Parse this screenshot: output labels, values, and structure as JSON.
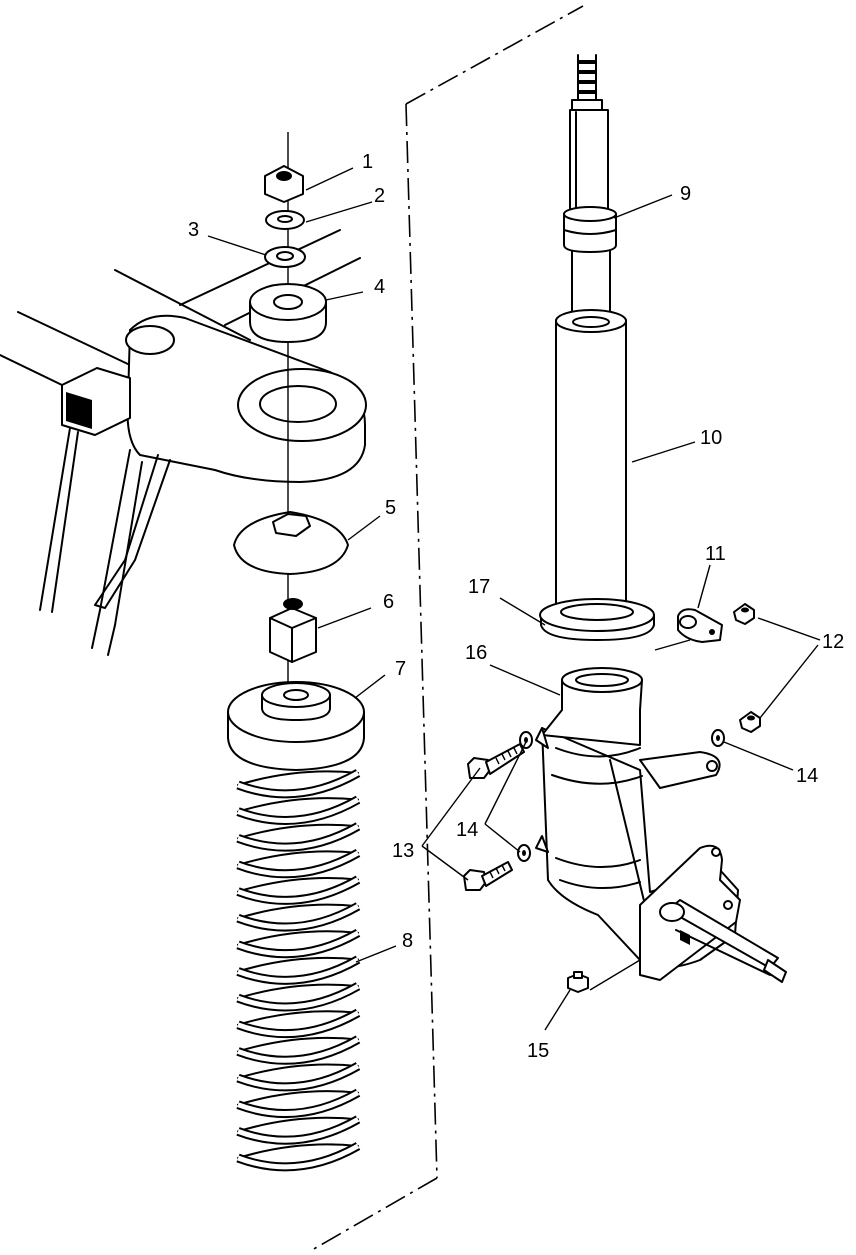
{
  "callouts": [
    {
      "id": "1",
      "text": "1"
    },
    {
      "id": "2",
      "text": "2"
    },
    {
      "id": "3",
      "text": "3"
    },
    {
      "id": "4",
      "text": "4"
    },
    {
      "id": "5",
      "text": "5"
    },
    {
      "id": "6",
      "text": "6"
    },
    {
      "id": "7",
      "text": "7"
    },
    {
      "id": "8",
      "text": "8"
    },
    {
      "id": "9",
      "text": "9"
    },
    {
      "id": "10",
      "text": "10"
    },
    {
      "id": "11",
      "text": "11"
    },
    {
      "id": "12",
      "text": "12"
    },
    {
      "id": "13",
      "text": "13"
    },
    {
      "id": "14a",
      "text": "14"
    },
    {
      "id": "14b",
      "text": "14"
    },
    {
      "id": "15",
      "text": "15"
    },
    {
      "id": "16",
      "text": "16"
    },
    {
      "id": "17",
      "text": "17"
    }
  ]
}
